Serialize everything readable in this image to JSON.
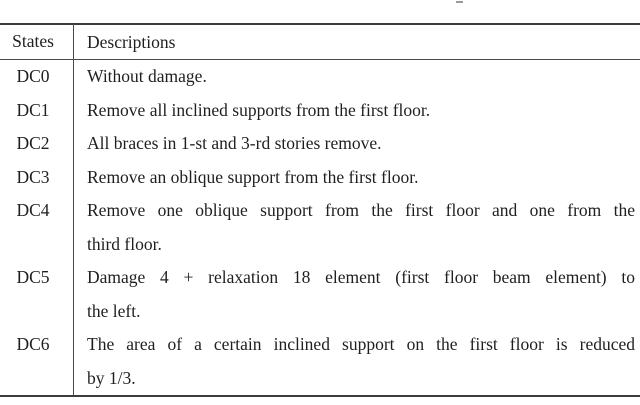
{
  "page": {
    "background": "#ffffff",
    "text_color": "#1f1f1f",
    "rule_color": "#3c3c3c"
  },
  "table": {
    "columns": [
      "States",
      "Descriptions"
    ],
    "rows": [
      {
        "state": "DC0",
        "lines": [
          "Without damage."
        ]
      },
      {
        "state": "DC1",
        "lines": [
          "Remove all inclined supports from the first floor."
        ]
      },
      {
        "state": "DC2",
        "lines": [
          "All braces in 1-st and 3-rd stories remove."
        ]
      },
      {
        "state": "DC3",
        "lines": [
          "Remove an oblique support from the first floor."
        ]
      },
      {
        "state": "DC4",
        "lines": [
          "Remove one oblique support from the first floor and one from the",
          "third floor."
        ]
      },
      {
        "state": "DC5",
        "lines": [
          "Damage 4 + relaxation 18 element (first floor beam element) to",
          "the left."
        ]
      },
      {
        "state": "DC6",
        "lines": [
          "The area of a certain inclined support on the first floor is reduced",
          "by 1/3."
        ]
      }
    ]
  }
}
